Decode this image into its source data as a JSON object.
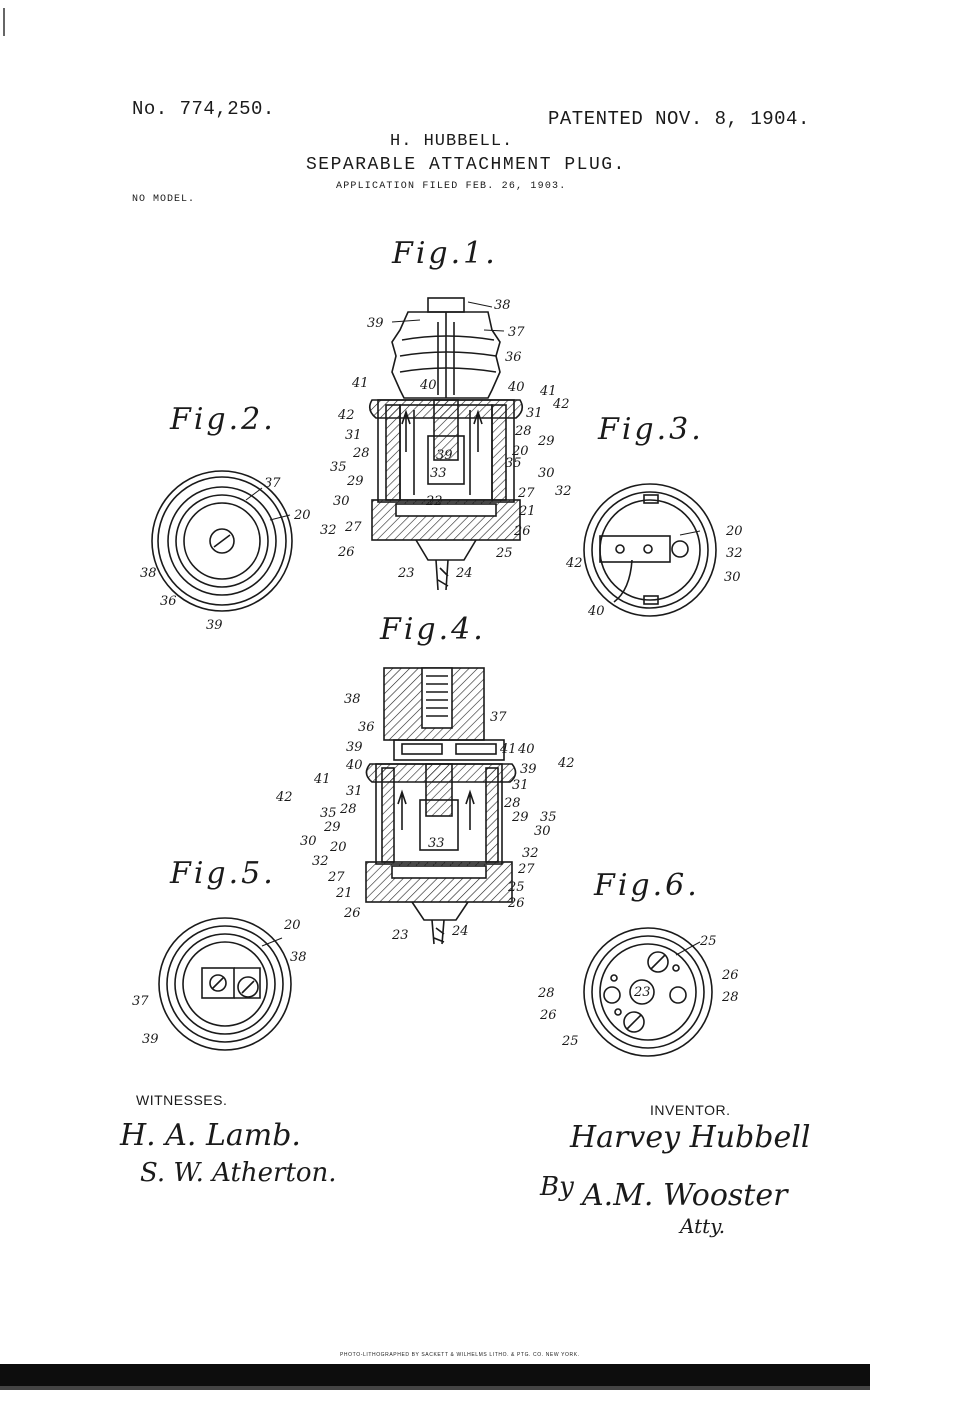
{
  "header": {
    "number": "No. 774,250.",
    "patented": "PATENTED NOV. 8, 1904.",
    "inventor": "H. HUBBELL.",
    "title": "SEPARABLE ATTACHMENT PLUG.",
    "application": "APPLICATION FILED FEB. 26, 1903.",
    "model": "NO MODEL."
  },
  "figures": {
    "fig1": "Fig.1.",
    "fig2": "Fig.2.",
    "fig3": "Fig.3.",
    "fig4": "Fig.4.",
    "fig5": "Fig.5.",
    "fig6": "Fig.6."
  },
  "signatures": {
    "witnesses_label": "WITNESSES.",
    "witness_1": "H. A. Lamb.",
    "witness_2": "S. W. Atherton.",
    "inventor_label": "INVENTOR.",
    "inventor_name": "Harvey Hubbell",
    "by": "By",
    "attorney": "A.M. Wooster",
    "atty": "Atty."
  },
  "footer": "PHOTO-LITHOGRAPHED BY SACKETT & WILHELMS LITHO. & PTG. CO. NEW YORK.",
  "reference_numerals": {
    "fig1": [
      "38",
      "39",
      "37",
      "36",
      "41",
      "40",
      "40",
      "41",
      "42",
      "31",
      "42",
      "31",
      "28",
      "39",
      "20",
      "29",
      "35",
      "28",
      "33",
      "35",
      "30",
      "29",
      "22",
      "27",
      "32",
      "30",
      "21",
      "32",
      "27",
      "26",
      "26",
      "25",
      "23",
      "24"
    ],
    "fig2": [
      "37",
      "20",
      "38",
      "36",
      "39"
    ],
    "fig3": [
      "20",
      "32",
      "42",
      "30",
      "40"
    ],
    "fig4": [
      "38",
      "36",
      "37",
      "39",
      "40",
      "41",
      "42",
      "40",
      "39",
      "41",
      "31",
      "31",
      "42",
      "28",
      "28",
      "35",
      "29",
      "35",
      "29",
      "30",
      "30",
      "33",
      "20",
      "32",
      "32",
      "27",
      "27",
      "21",
      "25",
      "26",
      "26",
      "23",
      "24"
    ],
    "fig5": [
      "20",
      "38",
      "37",
      "39"
    ],
    "fig6": [
      "25",
      "26",
      "28",
      "23",
      "28",
      "26",
      "25"
    ]
  }
}
